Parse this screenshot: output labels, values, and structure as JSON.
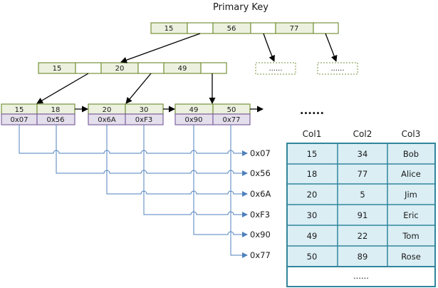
{
  "title": "Primary Key",
  "root_keys": [
    "15",
    "56",
    "77"
  ],
  "mid_keys": [
    "15",
    "20",
    "49"
  ],
  "ellipsis_small": "......",
  "ellipsis_big": "......",
  "leaves": [
    {
      "keys": [
        "15",
        "18"
      ],
      "addrs": [
        "0x07",
        "0x56"
      ]
    },
    {
      "keys": [
        "20",
        "30"
      ],
      "addrs": [
        "0x6A",
        "0xF3"
      ]
    },
    {
      "keys": [
        "49",
        "50"
      ],
      "addrs": [
        "0x90",
        "0x77"
      ]
    }
  ],
  "pointer_addrs": [
    "0x07",
    "0x56",
    "0x6A",
    "0xF3",
    "0x90",
    "0x77"
  ],
  "table": {
    "headers": [
      "Col1",
      "Col2",
      "Col3"
    ],
    "rows": [
      [
        "15",
        "34",
        "Bob"
      ],
      [
        "18",
        "77",
        "Alice"
      ],
      [
        "20",
        "5",
        "Jim"
      ],
      [
        "30",
        "91",
        "Eric"
      ],
      [
        "49",
        "22",
        "Tom"
      ],
      [
        "50",
        "89",
        "Rose"
      ]
    ],
    "footer": "......"
  },
  "colors": {
    "node_fill": "#EBF1DE",
    "node_stroke": "#77933C",
    "addr_fill": "#E4DFEC",
    "addr_stroke": "#8064A2",
    "pointer_line": "#4F81BD",
    "table_fill": "#DBEEF4",
    "table_stroke": "#31859C"
  }
}
